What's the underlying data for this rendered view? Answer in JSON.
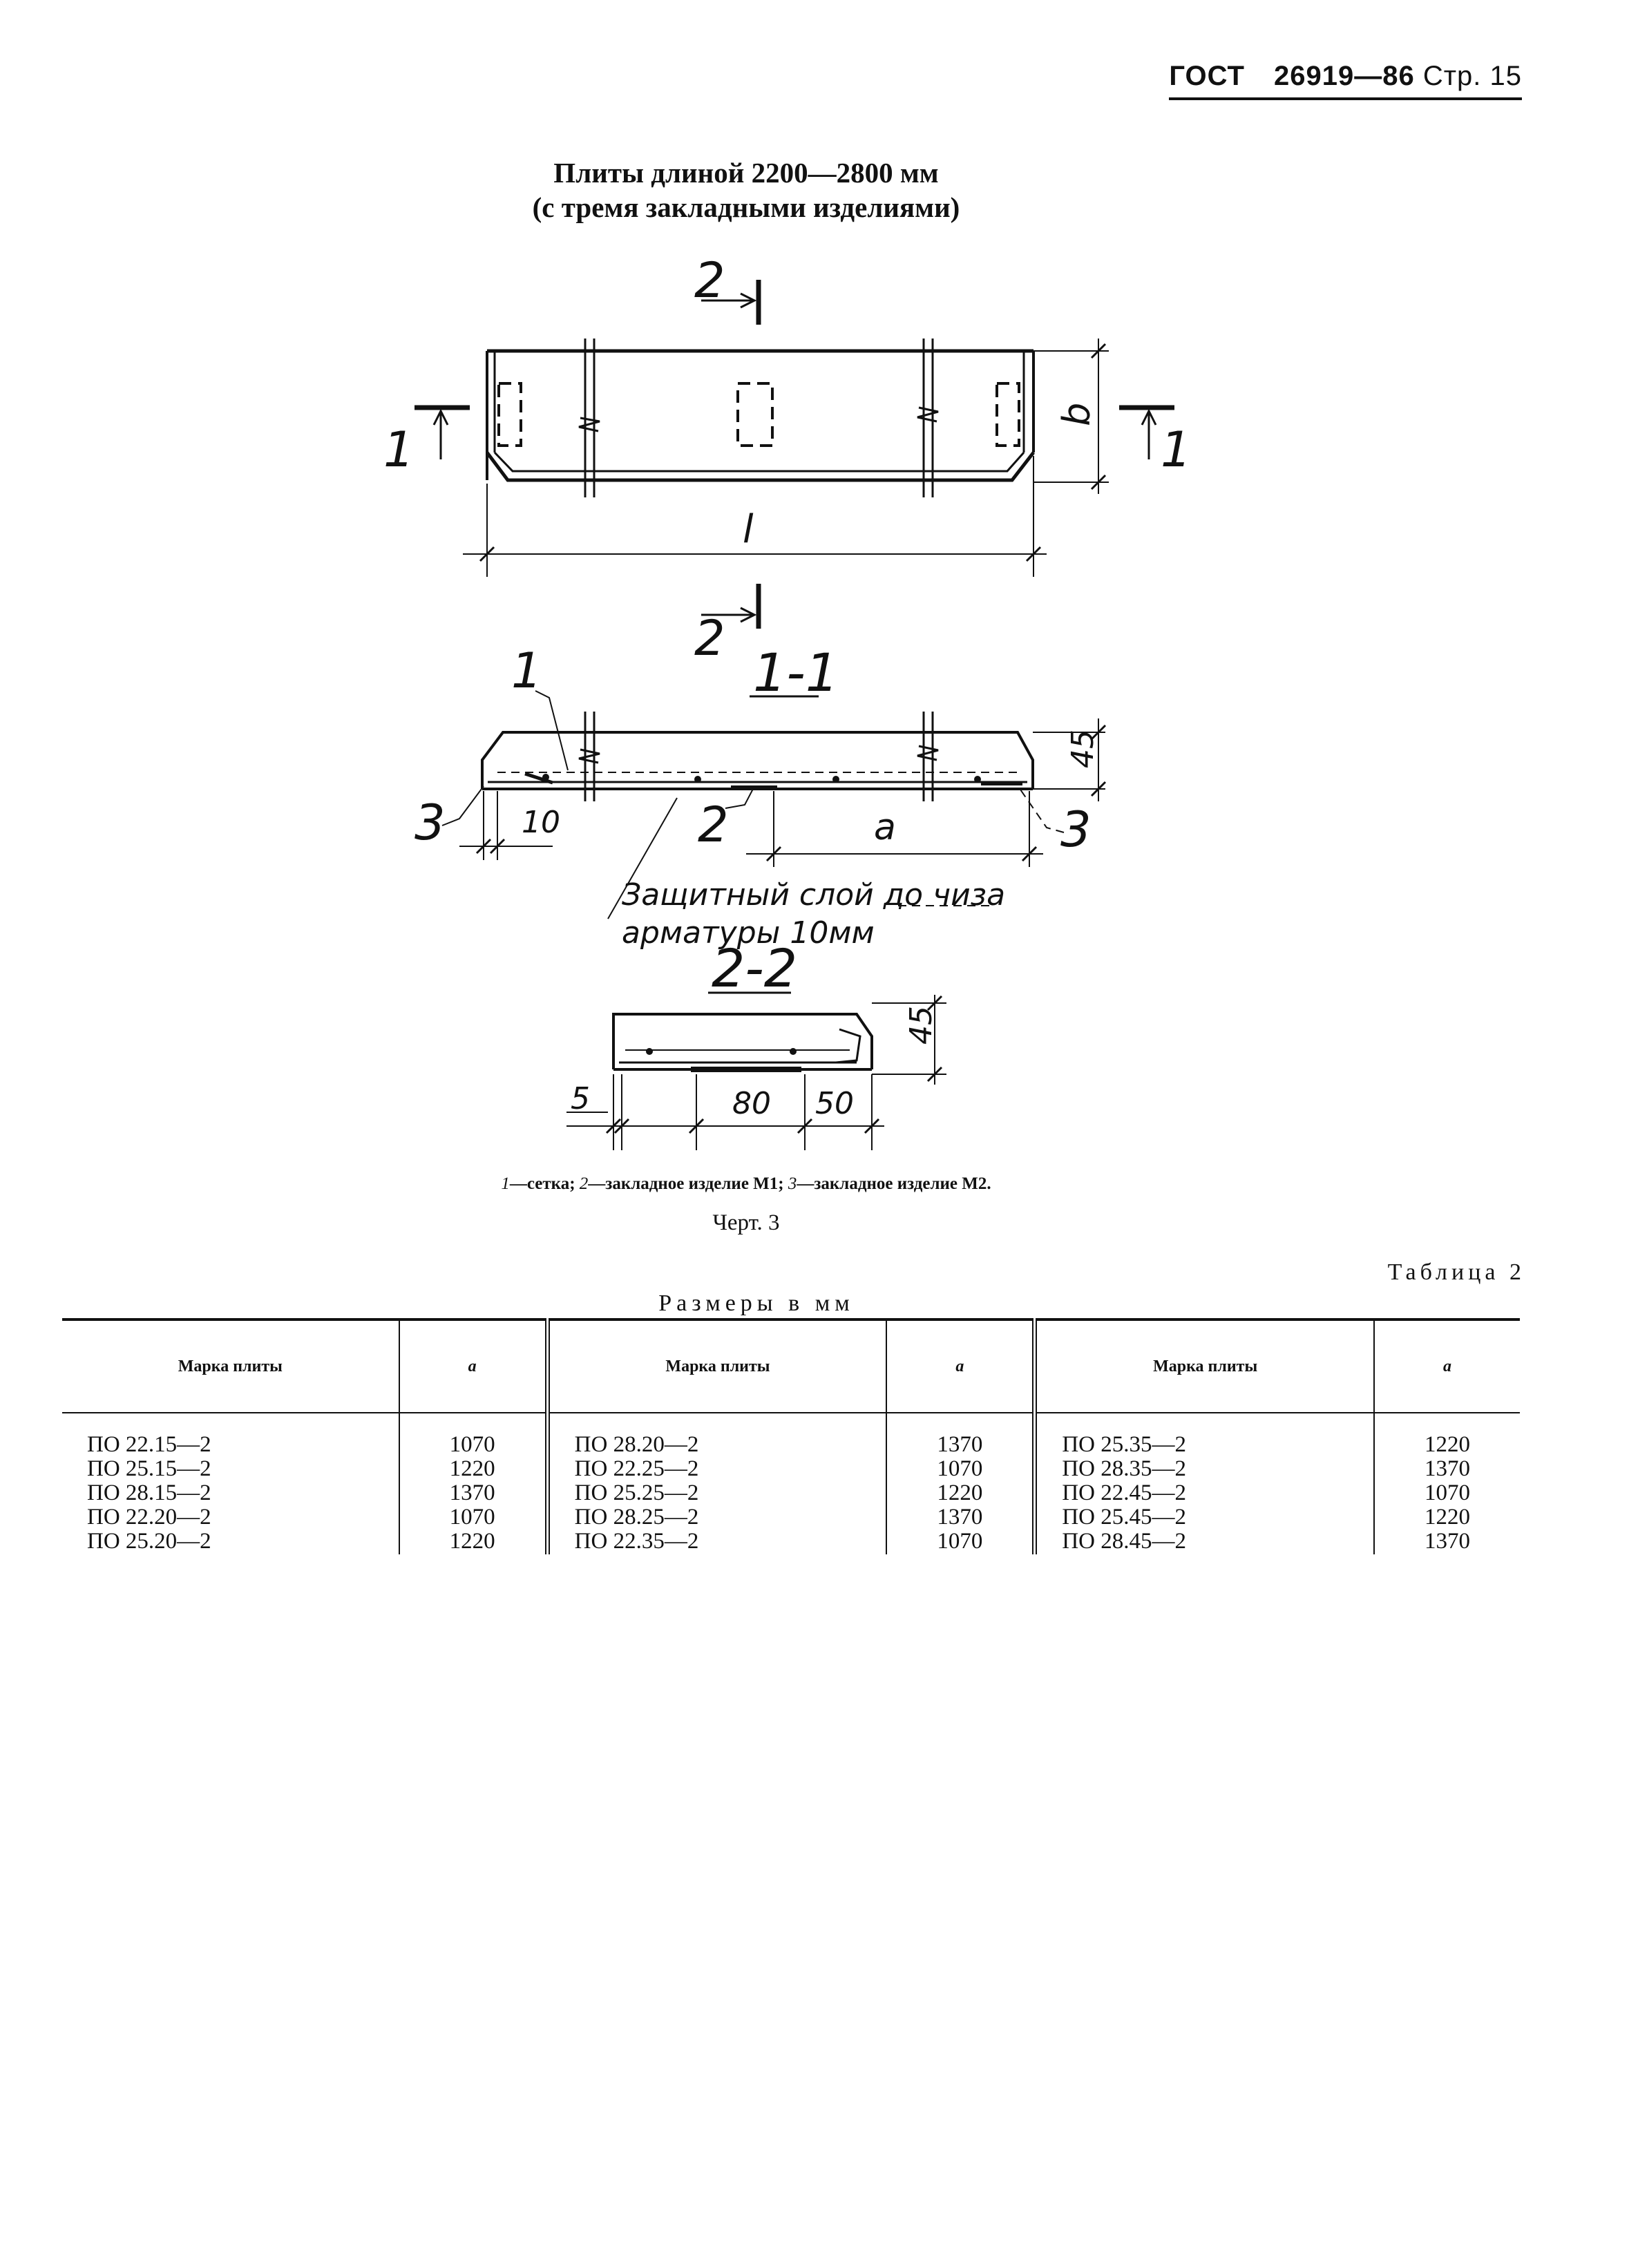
{
  "header": {
    "gost": "ГОСТ",
    "number": "26919—86",
    "page": "Стр. 15"
  },
  "title": {
    "line1": "Плиты длиной 2200—2800 мм",
    "line2": "(с тремя закладными изделиями)"
  },
  "drawing_labels": {
    "section_2": "2",
    "section_1": "1",
    "dim_b": "b",
    "dim_l": "l",
    "view_1_1": "1-1",
    "callout_1": "1",
    "callout_2": "2",
    "callout_3": "3",
    "dim_45": "45",
    "dim_10": "10",
    "dim_a": "a",
    "note_line1": "Защитный слой до чиза",
    "note_line2": "арматуры 10мм",
    "view_2_2": "2-2",
    "dim_5": "5",
    "dim_80": "80",
    "dim_50": "50"
  },
  "caption": {
    "n1": "1",
    "t1": "—сетка; ",
    "n2": "2",
    "t2": "—закладное изделие М1; ",
    "n3": "3",
    "t3": "—закладное изделие М2."
  },
  "figure": "Черт. 3",
  "table": {
    "label": "Таблица 2",
    "units": "Размеры в мм",
    "header_mark": "Марка плиты",
    "header_a": "a",
    "groups": [
      {
        "marks": [
          "ПО 22.15—2",
          "ПО 25.15—2",
          "ПО 28.15—2",
          "ПО 22.20—2",
          "ПО 25.20—2"
        ],
        "a": [
          "1070",
          "1220",
          "1370",
          "1070",
          "1220"
        ]
      },
      {
        "marks": [
          "ПО 28.20—2",
          "ПО 22.25—2",
          "ПО 25.25—2",
          "ПО 28.25—2",
          "ПО 22.35—2"
        ],
        "a": [
          "1370",
          "1070",
          "1220",
          "1370",
          "1070"
        ]
      },
      {
        "marks": [
          "ПО 25.35—2",
          "ПО 28.35—2",
          "ПО 22.45—2",
          "ПО 25.45—2",
          "ПО 28.45—2"
        ],
        "a": [
          "1220",
          "1370",
          "1070",
          "1220",
          "1370"
        ]
      }
    ]
  }
}
